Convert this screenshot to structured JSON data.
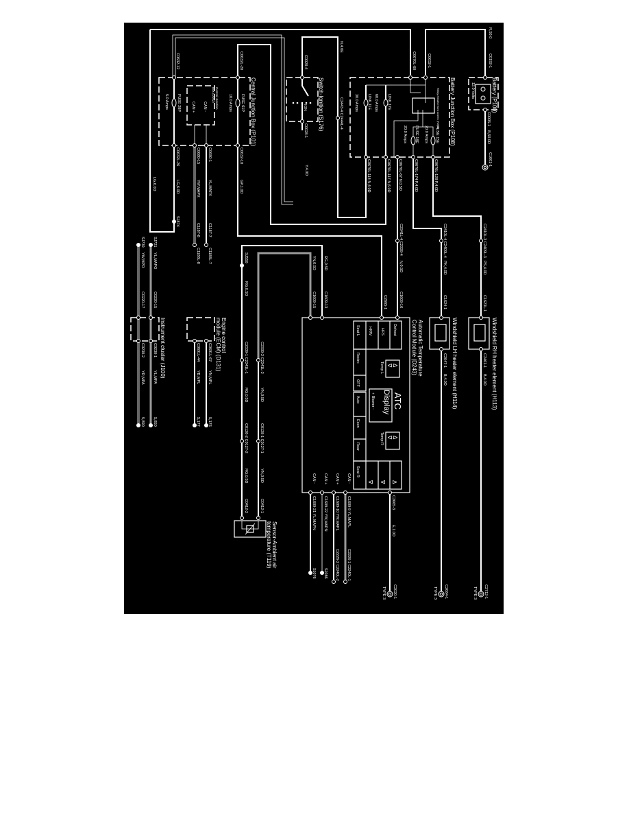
{
  "colors": {
    "background": "#000000",
    "wire": "#ffffff",
    "shielded_wire": "#9a9a9a"
  },
  "battery": {
    "title": "Battery (P100)",
    "voltage": "12.0 Volts",
    "wire_top": "R,50.0",
    "conn_top": "C0192-1",
    "conn_bottom": "C0005-1",
    "wire_bottom": "B,50.0D",
    "ground": "C1601-1"
  },
  "bjb": {
    "title": "Battery Junction Box (P108)",
    "conn_c0632": "C0632-1",
    "conn_c0670_60": "C0670L-60",
    "relay": "Relay-Heated front screen (R208)",
    "link11": "LINK 11E",
    "link11_amps": "30.0 Amps",
    "link17": "LINK 17E",
    "link17_amps": "60.0 Amps",
    "fuse18": "FUSE 18E",
    "fuse18_amps": "20.0 Amps",
    "fuse15": "FUSE 15E",
    "fuse15_amps": "20.0 Amps",
    "out114": "C0670L-114 N,4.0D",
    "out117": "C0670L-117 N,6.0D",
    "out67": "C0670L-67 N,0.5D",
    "out174": "C0670L-174 P,4.0D",
    "out128": "C0670L-128 P,4.0D",
    "wire_n4": "N,4.0E",
    "conn_c2443": "C2443-4 C2444L-4"
  },
  "switch": {
    "title": "Switch-Ignition (S176)",
    "conn_top": "C0028-4",
    "ign": "IGN",
    "conn_bottom": "C0028-1",
    "wire": "Y,4.0D"
  },
  "cjb": {
    "title": "Central Junction Box (P101)",
    "conn12": "C0632-12",
    "conn20": "C0632L-20",
    "fuse61": "FUSE 61P",
    "fuse61_amps": "10.0 Amps",
    "fuse28": "FUSE 28P",
    "fuse28_amps": "5.0 Amps",
    "inner_1": "Central Junction",
    "inner_2": "Box (D162)",
    "can_minus": "CAN -",
    "can_plus": "CAN +",
    "conn26": "C0632L-26",
    "wire26": "LG,6.0D",
    "conn680_15": "C0680-15",
    "wire680_15": "YW,MAPX",
    "conn680_1": "C0680-1",
    "wire680_1": "YL,MAPX",
    "conn10": "C0632-10",
    "wire10": "GP,1.0D",
    "wire_left": "LG,6.0D",
    "splice": "SJ874",
    "c1187_7": "C1187-7",
    "c1188_7": "C1188L-7",
    "c1187_8": "C1187-8",
    "c1188_8": "C1188L-8"
  },
  "cluster": {
    "title": "Instrument cluster (J100)",
    "sj721": "SJ721",
    "w721": "YL,MAPO",
    "c220_15": "C0220-15",
    "sj730": "SJ730",
    "w730": "YW,MPD",
    "c220_17": "C0220-17",
    "c230_1": "C0230-1",
    "w230_1": "YL,MPA",
    "p230_1": "5,850",
    "c230_2": "C0230-2",
    "w230_2": "YR,MPA",
    "p230_2": "5,890"
  },
  "ecm": {
    "title_1": "Engine control",
    "title_2": "module (ECM) (D131)",
    "c67": "C0691L-67",
    "w67": "YN,MPL",
    "p67": "5,176",
    "c44": "C0691L-44",
    "w44": "YB,MPL",
    "p44": "5,177"
  },
  "middle": {
    "sj550": "SJ550",
    "rg1": "RG,0.5D",
    "c2339_1": "C2339-1 C2341L-1",
    "rg2": "RG,0.5D",
    "c0128_2": "C0128-2 C0127-2",
    "rg3": "RG,0.5D",
    "c0412_2": "C0412-2",
    "yn_top": "YN,0.5D",
    "c1609_15": "C1609-15",
    "rg_top": "RG,0.5D",
    "c1609_13": "C1609-13",
    "c2339_2": "C2339-2 C2341L-2",
    "yn1": "YN,0.5D",
    "c0128_1": "C0128-1 C0127-1",
    "yn2": "YN,0.5D",
    "c0412_1": "C0412-1",
    "sensor_1": "Sensor-Ambient air",
    "sensor_2": "temperature (T119)",
    "c2665_1": "C2665-1",
    "c1609_16": "C1609-16",
    "n05": "N,0.5D",
    "c2341_4": "C2341L-4 C2339-4"
  },
  "heaters": {
    "lh_title": "Windshield LH heater element (H114)",
    "lh_top_wire": "PK,4.0D",
    "lh_top_conn": "C2410L-4 C2409L-4",
    "lh_conn": "C1624-1",
    "lh_bot_conn": "C2047-1",
    "lh_bot_wire": "B,4.0D",
    "lh_ground": "C2684-1",
    "lh_type": "TYPE 3",
    "rh_title": "Windshield RH heater element (H113)",
    "rh_top_wire": "PS,4.0D",
    "rh_top_conn": "C2410L-3 C2409L-3",
    "rh_conn": "C1623L-1",
    "rh_bot_conn": "C2461-1",
    "rh_bot_wire": "B,4.0D",
    "rh_ground": "C2712-1",
    "rh_type": "TYPE 3"
  },
  "atc": {
    "title_1": "Automatic Temperature",
    "title_2": "Control Module (D243)",
    "atc": "ATC",
    "display": "Display",
    "blower": "+ Blower -",
    "defrost": "Defrost",
    "hfs": "HFS",
    "hrw": "HRW",
    "seat_l": "Seat L",
    "recirc": "Recirc",
    "off": "OFF",
    "temp_l": "Temp L",
    "temp_r": "Temp R",
    "auto": "Auto",
    "econ": "Econ",
    "rear": "Rear",
    "seat_r": "Seat R",
    "up": "Δ",
    "down": "∇",
    "can1": "CAN -",
    "can2": "CAN +",
    "can3": "CAN +",
    "can4": "CAN -",
    "c21": "C1609-21 YL,MAPN",
    "sj076": "SJ076",
    "c22": "C1609-22 YW,MAPN",
    "sj086": "SJ086",
    "c10": "C1609-10 YW,MAPL",
    "c2226_2": "C2226-2 C2240L-2",
    "c9": "C1609-9 YL,MAPL",
    "c2226_1": "C2226-1 C2240L-1",
    "c2665_3": "C2665-3",
    "e10": "E,1.0D",
    "ground": "C2020-1",
    "type": "TYPE 3"
  }
}
